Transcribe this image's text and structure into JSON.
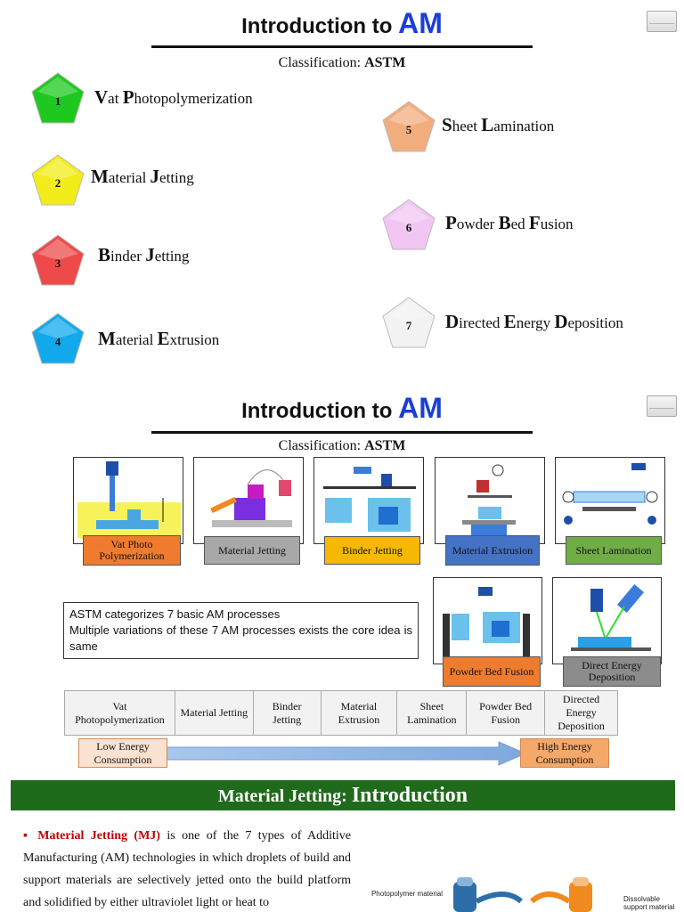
{
  "slide1": {
    "title_prefix": "Introduction to ",
    "title_am": "AM",
    "subtitle_prefix": "Classification: ",
    "subtitle_bold": "ASTM",
    "processes": [
      {
        "num": "1",
        "color": "#1ec81e",
        "parts": [
          [
            "V",
            "at "
          ],
          [
            "P",
            "hotopolymerization"
          ]
        ]
      },
      {
        "num": "2",
        "color": "#f2ec1a",
        "parts": [
          [
            "M",
            "aterial "
          ],
          [
            "J",
            "etting"
          ]
        ]
      },
      {
        "num": "3",
        "color": "#ee4a4a",
        "parts": [
          [
            "B",
            "inder "
          ],
          [
            "J",
            "etting"
          ]
        ]
      },
      {
        "num": "4",
        "color": "#12a8ec",
        "parts": [
          [
            "M",
            "aterial "
          ],
          [
            "E",
            "xtrusion"
          ]
        ]
      },
      {
        "num": "5",
        "color": "#f2ad7f",
        "parts": [
          [
            "S",
            "heet "
          ],
          [
            "L",
            "amination"
          ]
        ]
      },
      {
        "num": "6",
        "color": "#f2c6f2",
        "parts": [
          [
            "P",
            "owder "
          ],
          [
            "B",
            "ed "
          ],
          [
            "F",
            "usion"
          ]
        ]
      },
      {
        "num": "7",
        "color": "#f2f2f2",
        "parts": [
          [
            "D",
            "irected "
          ],
          [
            "E",
            "nergy "
          ],
          [
            "D",
            "eposition"
          ]
        ]
      }
    ]
  },
  "slide2": {
    "title_prefix": "Introduction to ",
    "title_am": "AM",
    "subtitle_prefix": "Classification: ",
    "subtitle_bold": "ASTM",
    "tags": {
      "vat": "Vat Photo Polymerization",
      "mj": "Material Jetting",
      "bj": "Binder Jetting",
      "me": "Material Extrusion",
      "sl": "Sheet Lamination",
      "pbf": "Powder Bed Fusion",
      "ded": "Direct Energy Deposition"
    },
    "info_line1": "ASTM categorizes 7 basic AM processes",
    "info_line2": "Multiple variations of these 7 AM processes exists the core idea is same",
    "table": [
      "Vat Photopolymerization",
      "Material Jetting",
      "Binder Jetting",
      "Material Extrusion",
      "Sheet Lamination",
      "Powder Bed Fusion",
      "Directed Energy Deposition"
    ],
    "low_energy": "Low Energy Consumption",
    "high_energy": "High Energy Consumption"
  },
  "slide3": {
    "bar_prefix": "Material Jetting: ",
    "bar_big": "Introduction",
    "bullet": "▪",
    "highlight": "Material Jetting (MJ)",
    "body": " is one of the 7 types of Additive Manufacturing (AM) technologies in which droplets of build and support materials are selectively jetted onto the build platform and solidified by either ultraviolet light or heat to",
    "label_left": "Photopolymer material",
    "label_right": "Dissolvable support material"
  },
  "colors": {
    "title_blue": "#1a3fd6",
    "green_bar": "#1f6a1b",
    "highlight_red": "#c00000"
  }
}
